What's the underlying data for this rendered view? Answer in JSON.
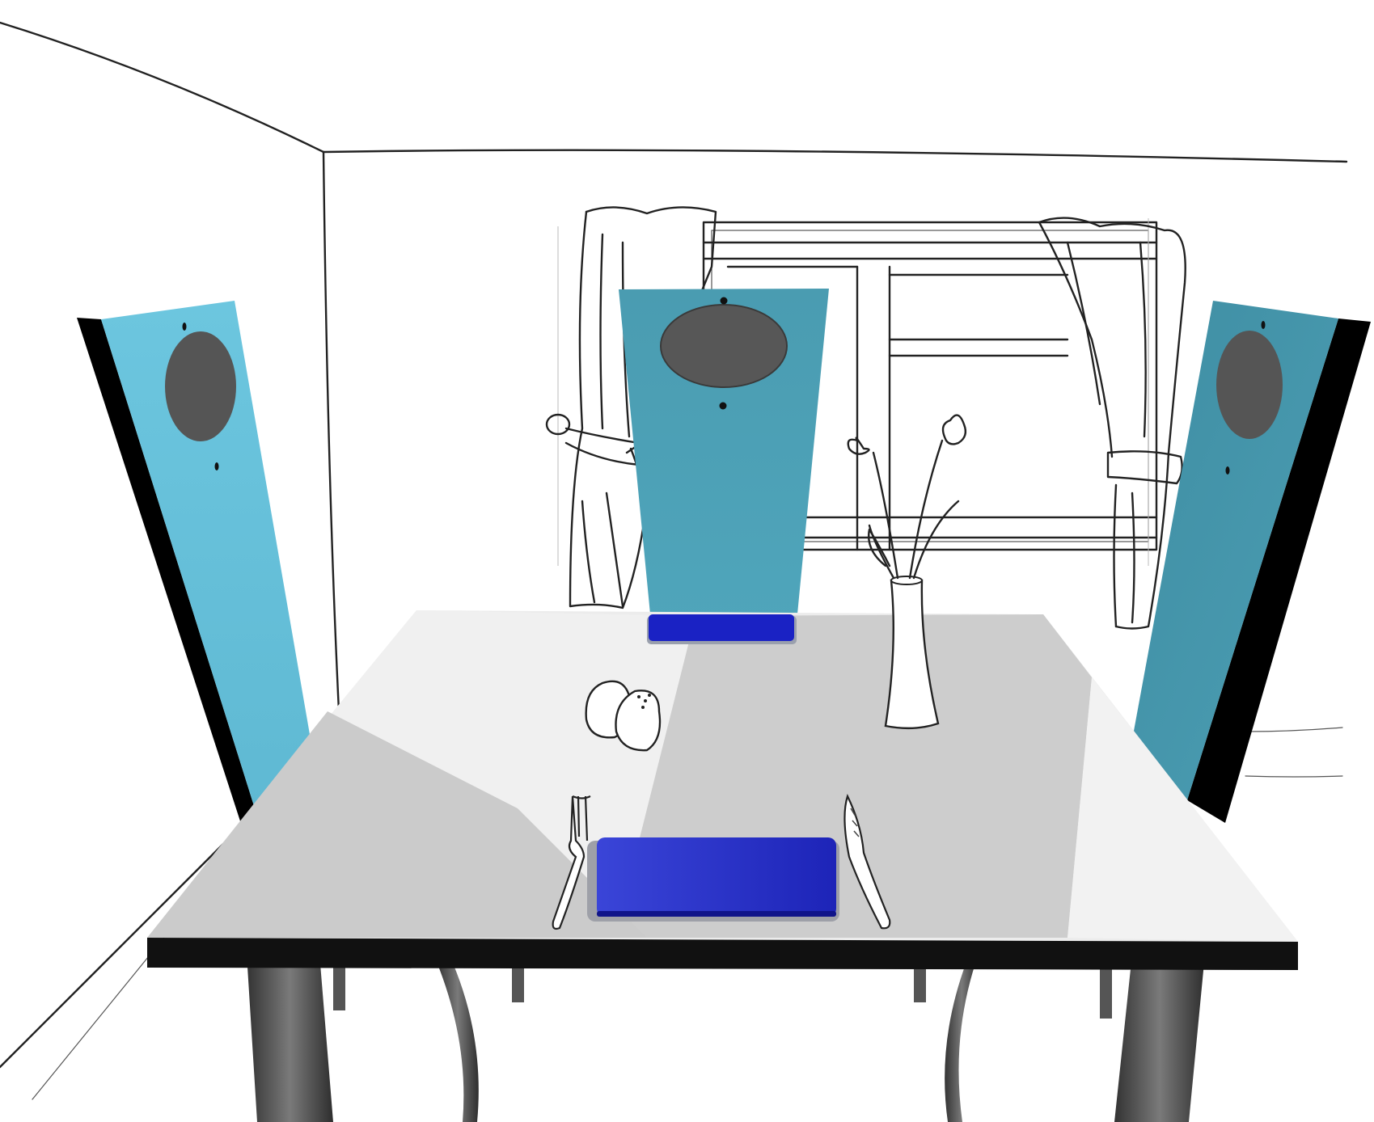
{
  "scene": {
    "colors": {
      "background": "#ffffff",
      "screen_panel_light": "#69c2dc",
      "screen_panel_mid": "#4fa3b8",
      "screen_panel_dark": "#3d8ea3",
      "panel_edge": "#000000",
      "speaker_circle": "#555555",
      "table_top_light": "#ececec",
      "table_top_shadow": "#c8c8c8",
      "table_edge": "#111111",
      "placemat_blue": "#2630c8",
      "placemat_far": "#1a22c4",
      "table_leg": "#4a4a4a"
    },
    "icons": [
      "left-display-panel",
      "center-display-panel",
      "right-display-panel",
      "window",
      "left-curtain",
      "right-curtain",
      "flower-vase",
      "salt-shaker",
      "pepper-shaker",
      "fork-icon",
      "knife-icon",
      "near-placemat",
      "far-placemat",
      "dining-table"
    ]
  }
}
